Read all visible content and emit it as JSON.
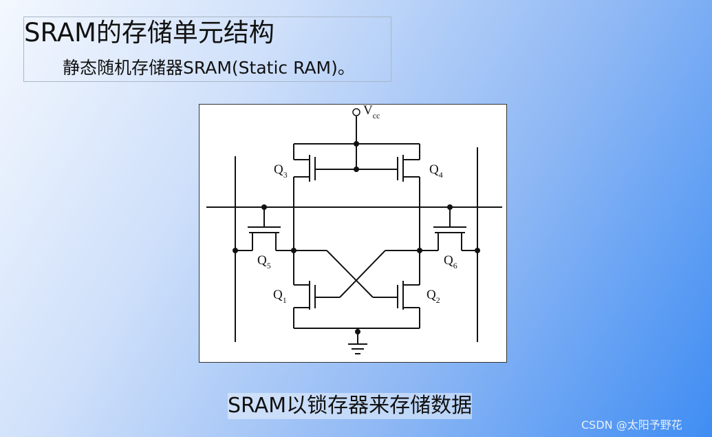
{
  "slide": {
    "title": "SRAM的存储单元结构",
    "subtitle": "静态随机存储器SRAM(Static RAM)。",
    "caption": "SRAM以锁存器来存储数据",
    "watermark": "CSDN @太阳予野花"
  },
  "diagram": {
    "supply_label": "V",
    "supply_sub": "cc",
    "transistors": [
      {
        "letter": "Q",
        "index": "3"
      },
      {
        "letter": "Q",
        "index": "4"
      },
      {
        "letter": "Q",
        "index": "5"
      },
      {
        "letter": "Q",
        "index": "6"
      },
      {
        "letter": "Q",
        "index": "1"
      },
      {
        "letter": "Q",
        "index": "2"
      }
    ]
  }
}
